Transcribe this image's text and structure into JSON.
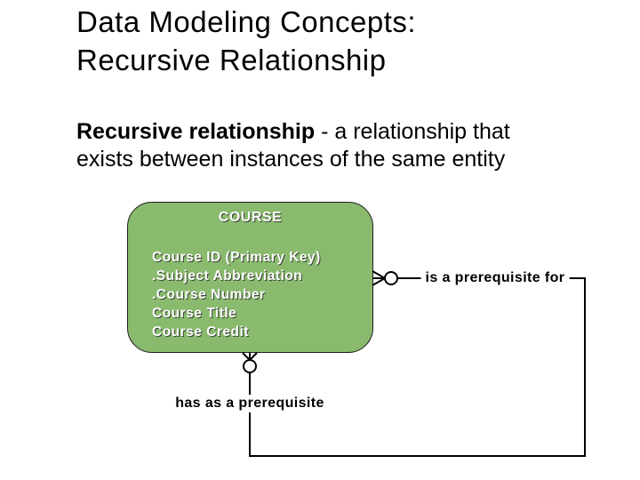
{
  "slide": {
    "title": "Data Modeling Concepts:\nRecursive Relationship",
    "definition": {
      "term": "Recursive relationship",
      "text": " - a relationship that\nexists between instances of the same entity"
    }
  },
  "diagram": {
    "entity": {
      "name": "COURSE",
      "attributes": [
        "Course ID (Primary Key)",
        ".Subject Abbreviation",
        ".Course Number",
        "Course Title",
        "Course Credit"
      ]
    },
    "relationships": {
      "outgoing_label": "is a prerequisite for",
      "incoming_label": "has as a prerequisite"
    },
    "notation": {
      "cardinality_icon": "crow-foot-many",
      "optionality_icon": "circle-optional"
    },
    "colors": {
      "entity_fill": "#89ba6d",
      "entity_border": "#1f1f1f",
      "entity_text": "#ffffff",
      "connector_line": "#000000",
      "label_text": "#000000",
      "background": "#ffffff"
    }
  }
}
